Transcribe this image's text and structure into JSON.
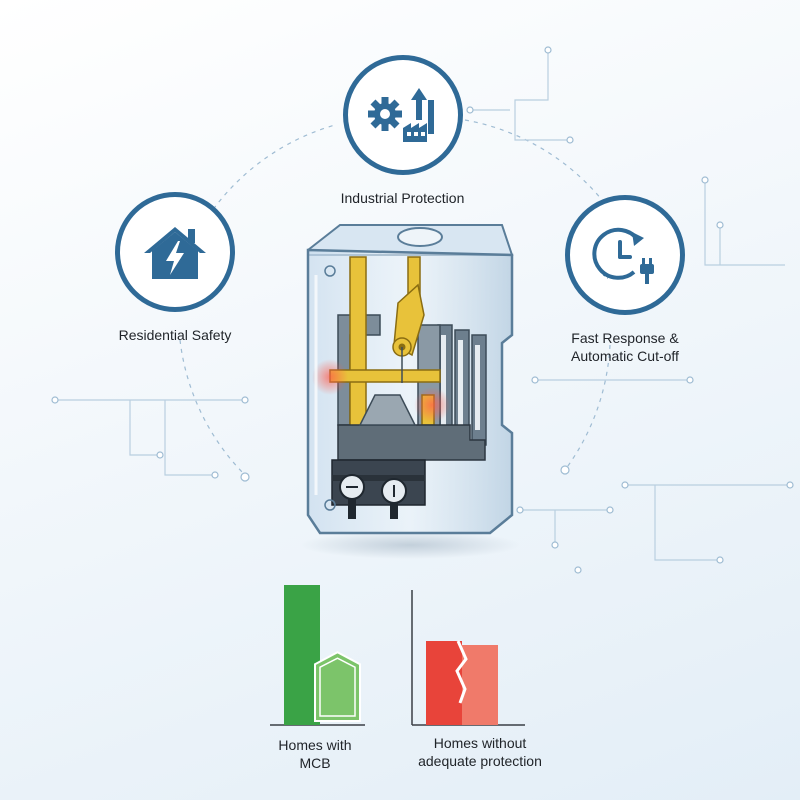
{
  "features": {
    "industrial": {
      "label": "Industrial Protection",
      "icon": "gear-factory-arrow-icon"
    },
    "residential": {
      "label": "Residential Safety",
      "icon": "house-lightning-icon"
    },
    "fast": {
      "label_line1": "Fast Response &",
      "label_line2": "Automatic Cut-off",
      "icon": "clock-plug-icon"
    }
  },
  "device": {
    "icon": "mcb-breaker-cutaway"
  },
  "colors": {
    "ring": "#2f6a97",
    "green_dark": "#3aa346",
    "green_light": "#7cc46a",
    "red_dark": "#e8443a",
    "red_light": "#f07a6a",
    "gold": "#e8c23a"
  },
  "chart_data": {
    "type": "bar",
    "categories": [
      "Homes with MCB",
      "Homes without adequate protection"
    ],
    "labels": [
      {
        "line1": "Homes with",
        "line2": "MCB"
      },
      {
        "line1": "Homes without",
        "line2": "adequate protection"
      }
    ],
    "series": [
      {
        "values": [
          1.0,
          0.6
        ]
      },
      {
        "values": [
          0.52,
          0.6
        ]
      }
    ],
    "ylim": [
      0,
      1.0
    ]
  }
}
